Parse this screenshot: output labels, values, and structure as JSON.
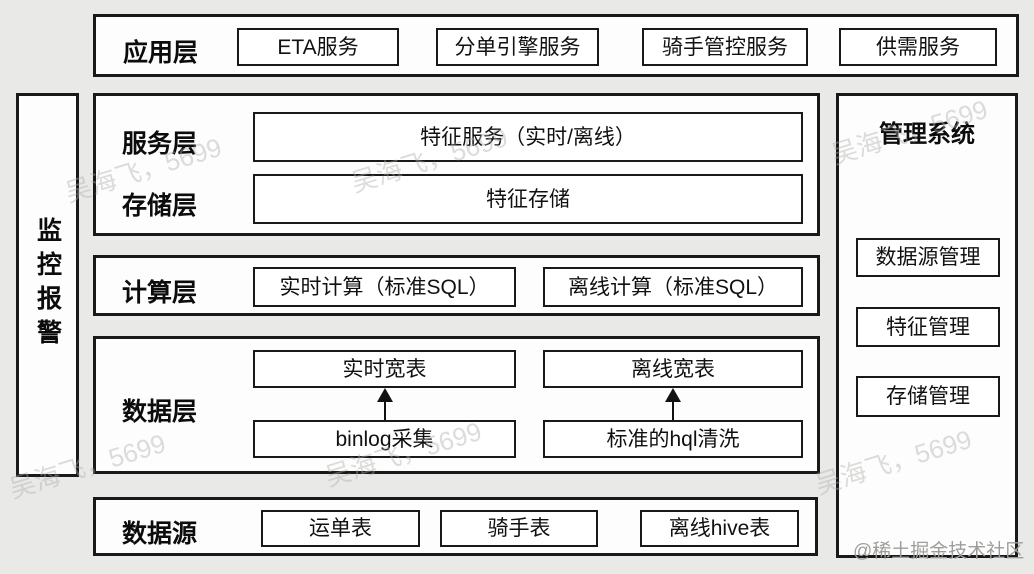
{
  "watermark": {
    "text": "吴海飞，5699",
    "credit": "@稀土掘金技术社区"
  },
  "monitoring": {
    "label": "监控报警"
  },
  "app_layer": {
    "label": "应用层",
    "items": [
      "ETA服务",
      "分单引擎服务",
      "骑手管控服务",
      "供需服务"
    ]
  },
  "service_storage": {
    "service_label": "服务层",
    "service_box": "特征服务（实时/离线）",
    "storage_label": "存储层",
    "storage_box": "特征存储"
  },
  "compute_layer": {
    "label": "计算层",
    "items": [
      "实时计算（标准SQL）",
      "离线计算（标准SQL）"
    ]
  },
  "data_layer": {
    "label": "数据层",
    "wide_tables": [
      "实时宽表",
      "离线宽表"
    ],
    "ingest": [
      "binlog采集",
      "标准的hql清洗"
    ]
  },
  "data_source": {
    "label": "数据源",
    "items": [
      "运单表",
      "骑手表",
      "离线hive表"
    ]
  },
  "management": {
    "title": "管理系统",
    "items": [
      "数据源管理",
      "特征管理",
      "存储管理"
    ]
  },
  "colors": {
    "background": "#e9e9e7",
    "box_fill": "#ffffff",
    "border": "#1a1a1a",
    "watermark": "#aeaeab"
  }
}
